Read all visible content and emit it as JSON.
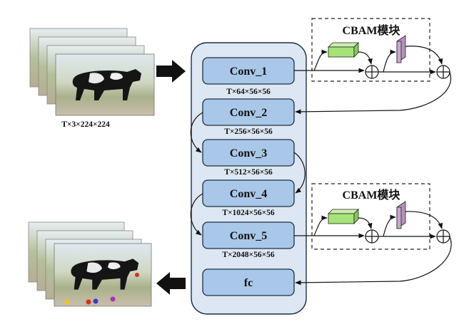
{
  "input": {
    "shape_label": "T×3×224×224"
  },
  "layers": [
    {
      "name": "Conv_1",
      "output_shape": "T×64×56×56"
    },
    {
      "name": "Conv_2",
      "output_shape": "T×256×56×56"
    },
    {
      "name": "Conv_3",
      "output_shape": "T×512×56×56"
    },
    {
      "name": "Conv_4",
      "output_shape": "T×1024×56×56"
    },
    {
      "name": "Conv_5",
      "output_shape": "T×2048×56×56"
    },
    {
      "name": "fc"
    }
  ],
  "cbam_modules": [
    {
      "title": "CBAM模块"
    },
    {
      "title": "CBAM模块"
    }
  ],
  "colors": {
    "backbone_fill": "#dde7f3",
    "layer_fill": "#a9c7e8",
    "layer_border": "#1f2f44",
    "channel_attention_fill": "#a6e37a",
    "spatial_attention_fill": "#c7a9cd",
    "arrow": "#111111"
  },
  "icons": {
    "sum_node": "circle-plus-icon",
    "flow_arrow": "thick-right-arrow-icon"
  }
}
